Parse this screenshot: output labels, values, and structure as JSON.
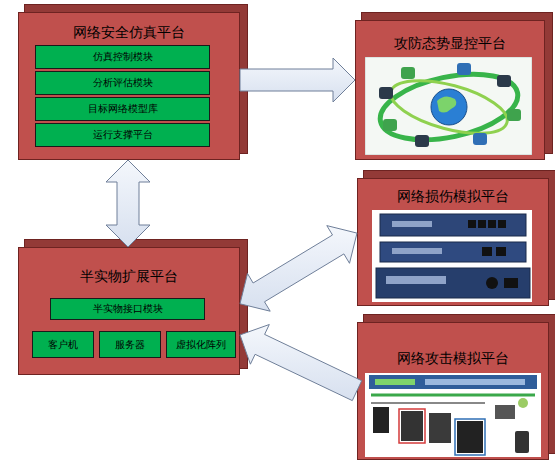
{
  "diagram": {
    "nodes": [
      {
        "text": [
          "网络安全仿真平台"
        ]
      },
      {
        "text": [
          "仿真控制模块"
        ],
        "in": 0
      },
      {
        "text": [
          "分析评估模块"
        ],
        "in": 0
      },
      {
        "text": [
          "目标网络模型库"
        ],
        "in": 0
      },
      {
        "text": [
          "运行支撑平台"
        ],
        "in": 0
      },
      {
        "text": [
          "攻防态势显控平台"
        ]
      },
      {
        "text": [
          "网络损伤模拟平台"
        ]
      },
      {
        "text": [
          "半实物扩展平台"
        ]
      },
      {
        "text": [
          "半实物接口模块"
        ],
        "in": 7
      },
      {
        "text": [
          "客户机"
        ],
        "in": 7
      },
      {
        "text": [
          "服务器"
        ],
        "in": 7
      },
      {
        "text": [
          "虚拟化阵列"
        ],
        "in": 7
      },
      {
        "text": [
          "网络攻击模拟平台"
        ]
      }
    ],
    "edges": [
      {
        "from": 0,
        "to": 5,
        "arrow": "to"
      },
      {
        "from": 0,
        "to": 7,
        "arrow": "both"
      },
      {
        "from": 7,
        "to": 6,
        "arrow": "both"
      },
      {
        "from": 12,
        "to": 7,
        "arrow": "to"
      }
    ]
  }
}
